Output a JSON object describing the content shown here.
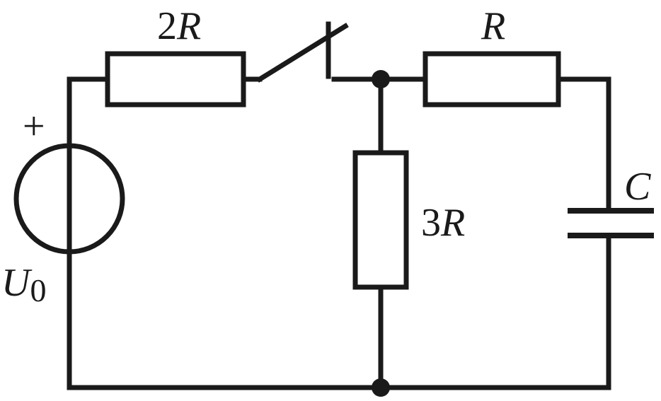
{
  "colors": {
    "ink": "#1a1a1a",
    "background": "#ffffff"
  },
  "components": {
    "source": {
      "symbol": "+",
      "name": "U",
      "subscript": "0"
    },
    "resistor_top_left": {
      "coef": "2",
      "name": "R"
    },
    "resistor_top_right": {
      "coef": "",
      "name": "R"
    },
    "resistor_middle": {
      "coef": "3",
      "name": "R"
    },
    "capacitor": {
      "name": "C"
    }
  }
}
